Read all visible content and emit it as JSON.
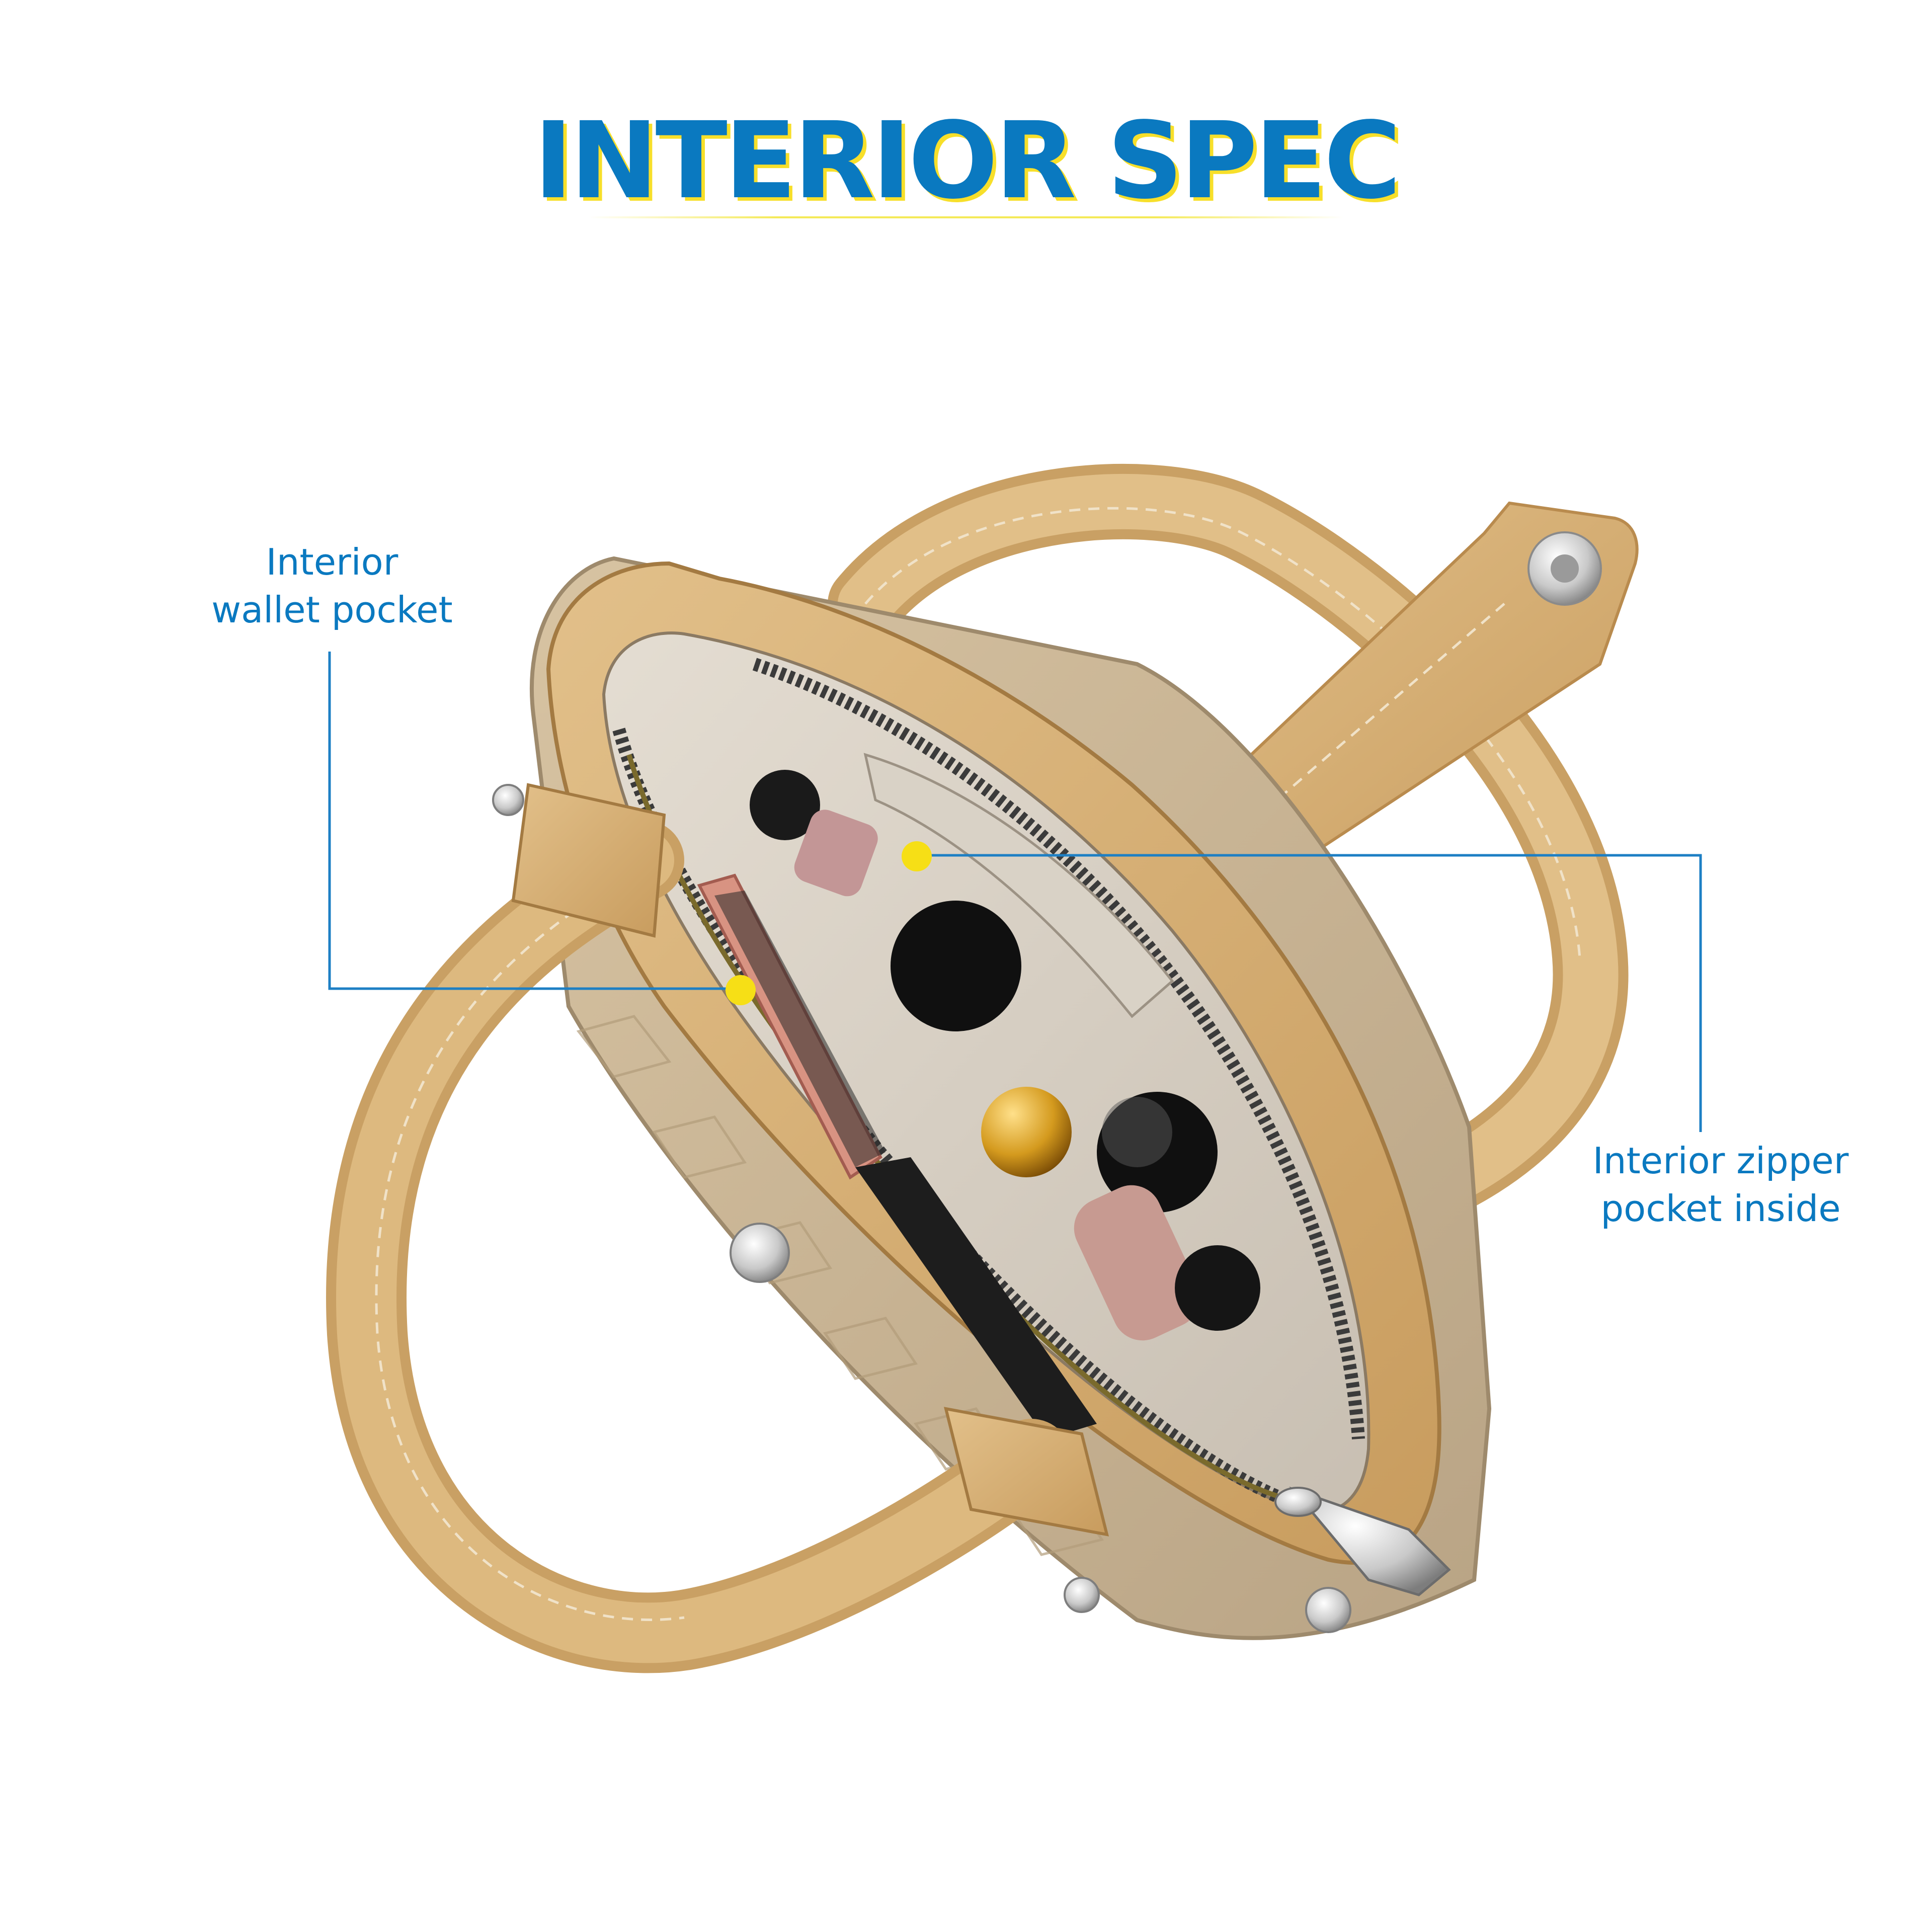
{
  "title": "INTERIOR SPEC",
  "colors": {
    "title_blue": "#0a79c0",
    "title_shadow_yellow": "#f7df2a",
    "leader_blue": "#1d7fc4",
    "marker_yellow": "#f6df16",
    "bag_tan": "#d8b47c"
  },
  "callouts": {
    "wallet_pocket": {
      "line1": "Interior",
      "line2": "wallet pocket"
    },
    "zipper_pocket": {
      "line1": "Interior zipper",
      "line2": "pocket inside"
    }
  }
}
